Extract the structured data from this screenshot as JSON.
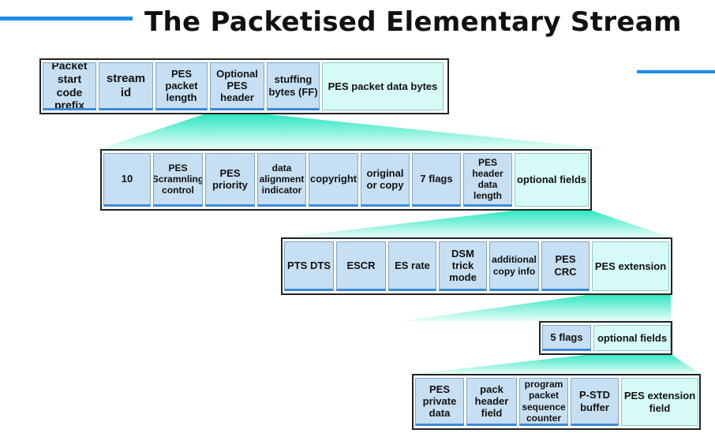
{
  "title": "The Packetised Elementary Stream",
  "colors": {
    "accent_line": "#1a8ee8",
    "cell_fill": "#c7dff2",
    "optional_fill": "#d6fbf7",
    "wedge": "#34e8c4"
  },
  "rows": [
    {
      "cells": [
        "Packet\nstart code\nprefix",
        "stream\nid",
        "PES\npacket\nlength",
        "Optional\nPES\nheader",
        "stuffing\nbytes (FF)",
        "PES packet data bytes"
      ]
    },
    {
      "cells": [
        "10",
        "PES\nScramnling\ncontrol",
        "PES\npriority",
        "data\nalignment\nindicator",
        "copyright",
        "original\nor copy",
        "7 flags",
        "PES\nheader\ndata\nlength",
        "optional fields"
      ]
    },
    {
      "cells": [
        "PTS DTS",
        "ESCR",
        "ES rate",
        "DSM\ntrick\nmode",
        "additional\ncopy info",
        "PES CRC",
        "PES extension"
      ]
    },
    {
      "cells": [
        "5 flags",
        "optional fields"
      ]
    },
    {
      "cells": [
        "PES\nprivate\ndata",
        "pack\nheader\nfield",
        "program\npacket\nsequence\ncounter",
        "P-STD\nbuffer",
        "PES extension\nfield"
      ]
    }
  ]
}
